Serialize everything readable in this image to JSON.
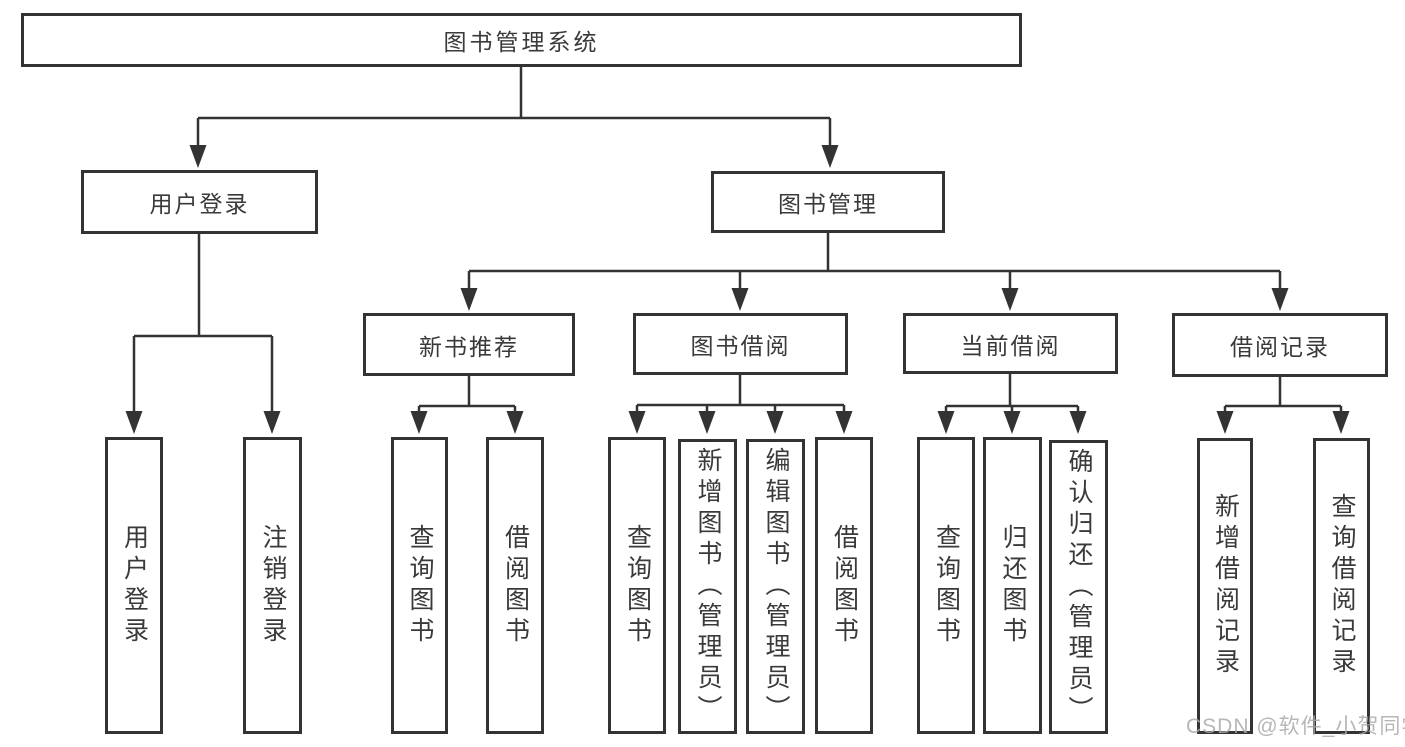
{
  "nodes": {
    "root": {
      "label": "图书管理系统"
    },
    "user_login": {
      "label": "用户登录"
    },
    "book_mgmt": {
      "label": "图书管理"
    },
    "new_book_rec": {
      "label": "新书推荐"
    },
    "book_borrow": {
      "label": "图书借阅"
    },
    "current_borrow": {
      "label": "当前借阅"
    },
    "borrow_record": {
      "label": "借阅记录"
    },
    "leaf_user_login": {
      "label": "用户登录"
    },
    "leaf_logout": {
      "label": "注销登录"
    },
    "leaf_query_book_1": {
      "label": "查询图书"
    },
    "leaf_borrow_book_1": {
      "label": "借阅图书"
    },
    "leaf_query_book_2": {
      "label": "查询图书"
    },
    "leaf_add_book": {
      "label": "新增图书（管理员）"
    },
    "leaf_edit_book": {
      "label": "编辑图书（管理员）"
    },
    "leaf_borrow_book_2": {
      "label": "借阅图书"
    },
    "leaf_query_book_3": {
      "label": "查询图书"
    },
    "leaf_return_book": {
      "label": "归还图书"
    },
    "leaf_confirm_return": {
      "label": "确认归还（管理员）"
    },
    "leaf_add_record": {
      "label": "新增借阅记录"
    },
    "leaf_query_record": {
      "label": "查询借阅记录"
    }
  },
  "hierarchy": [
    {
      "parent": "图书管理系统",
      "children": [
        "用户登录",
        "图书管理"
      ]
    },
    {
      "parent": "用户登录",
      "children": [
        "用户登录",
        "注销登录"
      ]
    },
    {
      "parent": "图书管理",
      "children": [
        "新书推荐",
        "图书借阅",
        "当前借阅",
        "借阅记录"
      ]
    },
    {
      "parent": "新书推荐",
      "children": [
        "查询图书",
        "借阅图书"
      ]
    },
    {
      "parent": "图书借阅",
      "children": [
        "查询图书",
        "新增图书（管理员）",
        "编辑图书（管理员）",
        "借阅图书"
      ]
    },
    {
      "parent": "当前借阅",
      "children": [
        "查询图书",
        "归还图书",
        "确认归还（管理员）"
      ]
    },
    {
      "parent": "借阅记录",
      "children": [
        "新增借阅记录",
        "查询借阅记录"
      ]
    }
  ],
  "watermark": {
    "text": "CSDN @软件_小贺同学"
  },
  "colors": {
    "line": "#333333",
    "text": "#3a3a3a",
    "background": "#ffffff",
    "watermark": "#aaaaaa"
  }
}
